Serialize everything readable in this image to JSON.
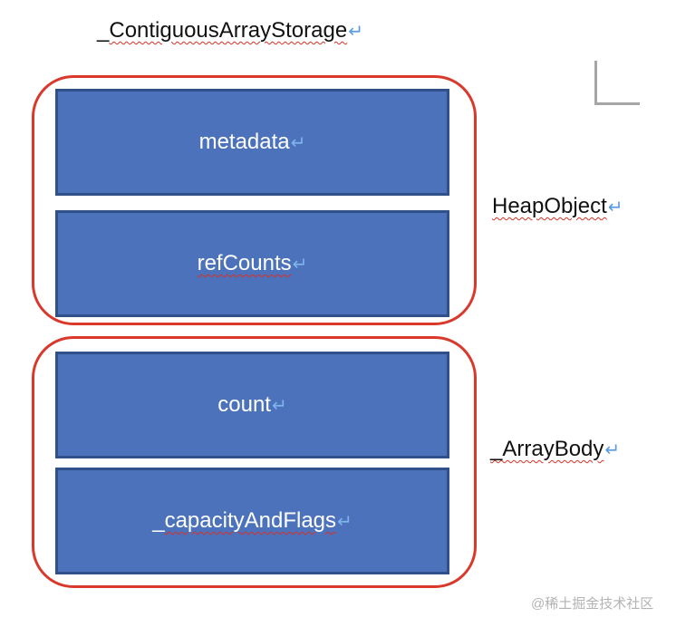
{
  "diagram": {
    "title": "_ContiguousArrayStorage",
    "groups": [
      {
        "label": "HeapObject",
        "fields": [
          "metadata",
          "refCounts"
        ]
      },
      {
        "label": "_ArrayBody",
        "fields": [
          "count",
          "_capacityAndFlags"
        ]
      }
    ],
    "return_mark": "↵"
  },
  "watermark": "@稀土掘金技术社区",
  "colors": {
    "field_fill": "#4d72bc",
    "field_border": "#2f5088",
    "group_border": "#d9392b",
    "spellcheck": "#d93025",
    "return_mark": "#5b9bdf"
  }
}
